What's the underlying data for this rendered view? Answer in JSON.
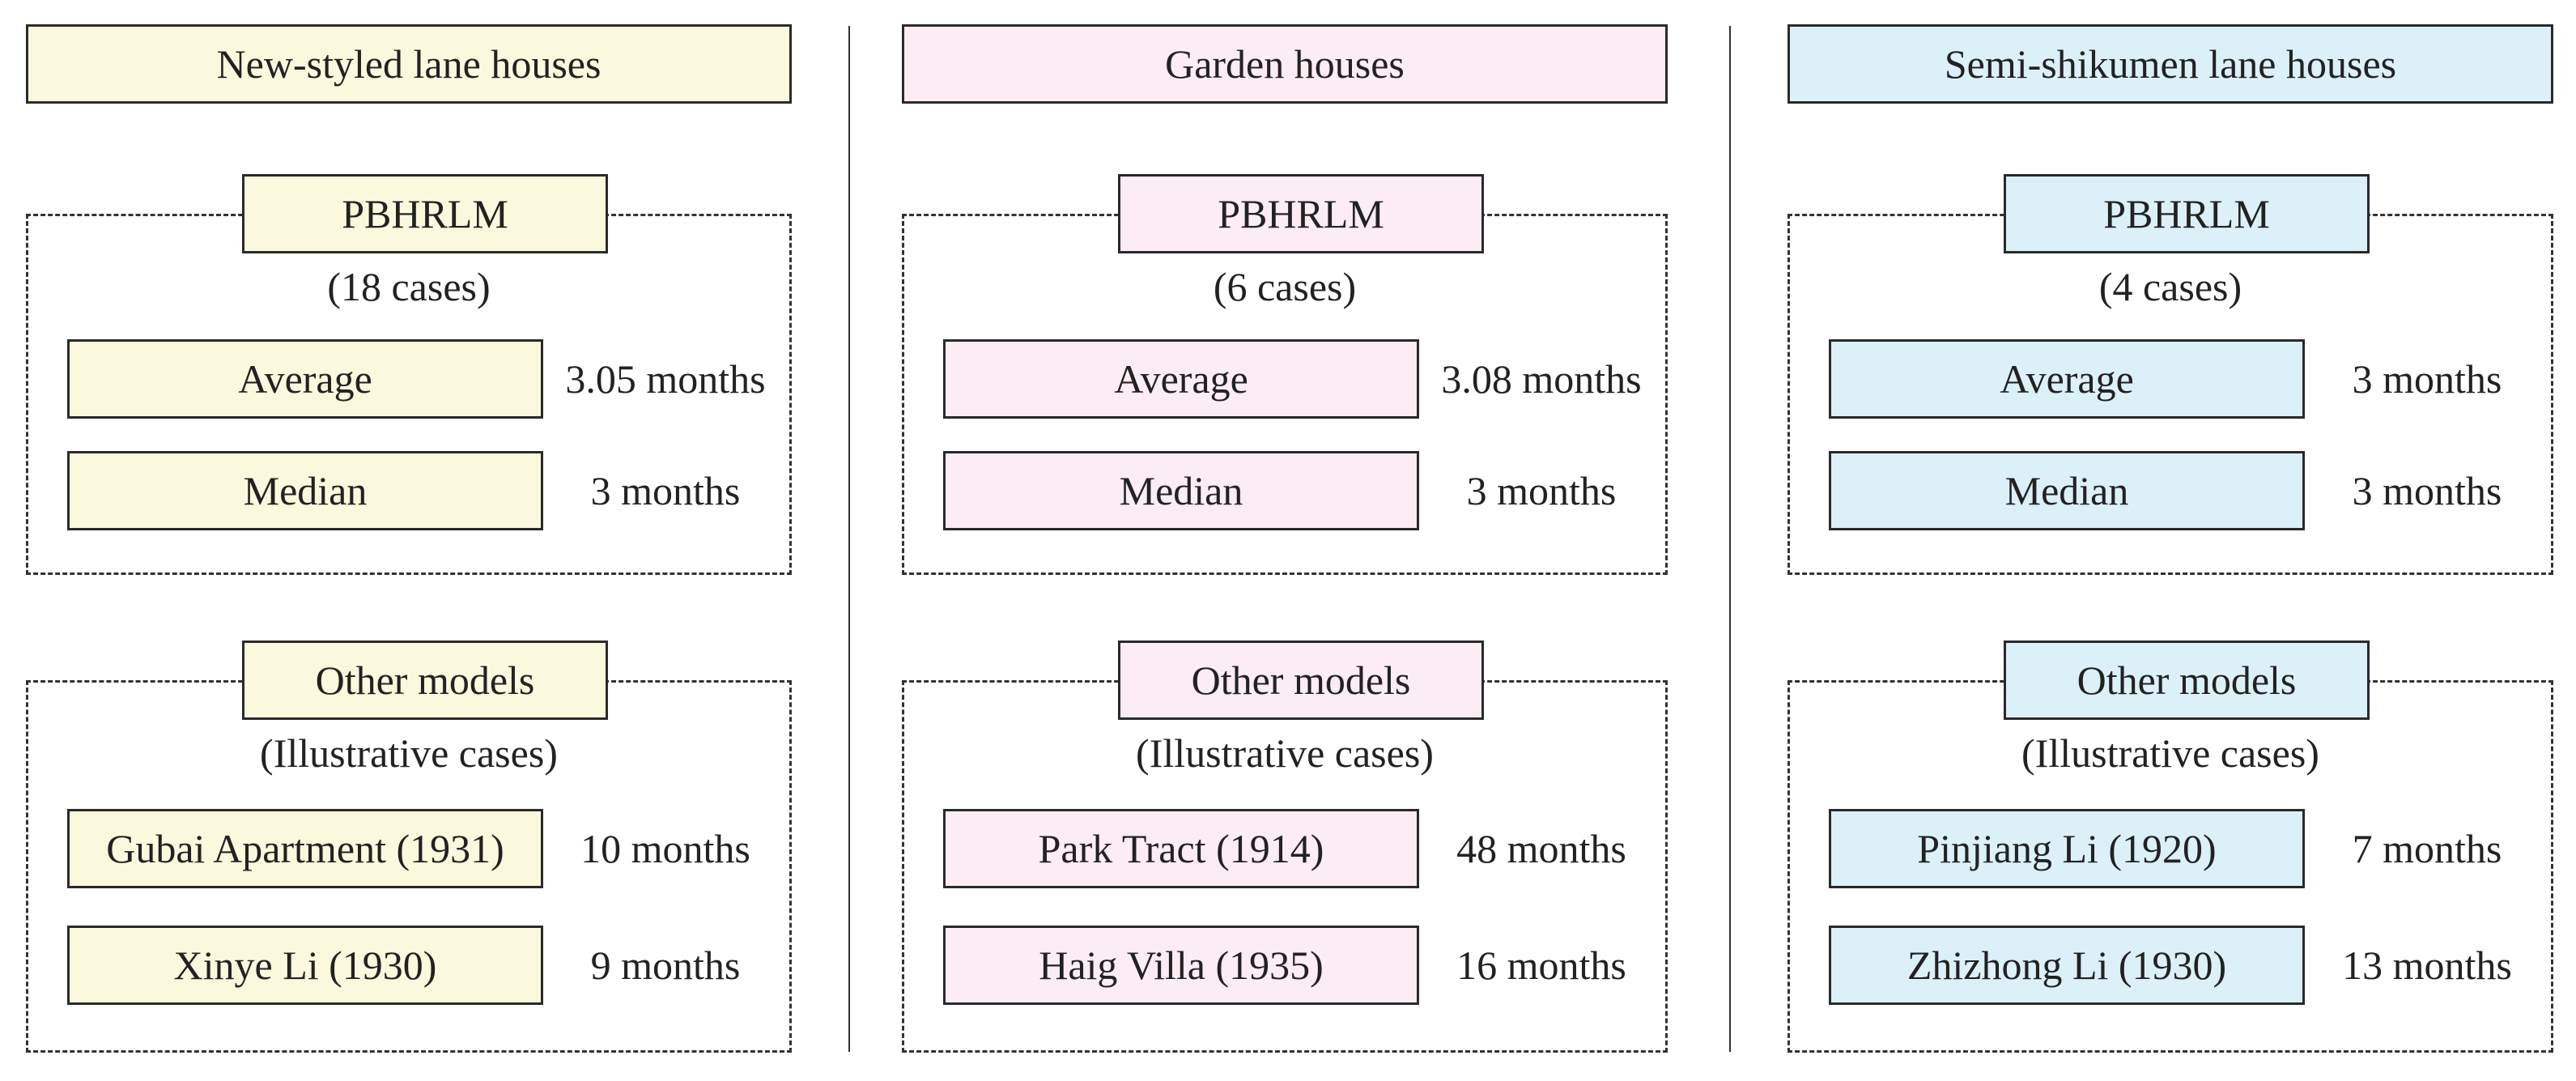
{
  "columns": [
    {
      "name": "New-styled lane houses",
      "fill": "#fbf9dd",
      "groups": [
        {
          "title": "PBHRLM",
          "subtitle": "(18 cases)",
          "rows": [
            {
              "label": "Average",
              "value": "3.05 months"
            },
            {
              "label": "Median",
              "value": "3 months"
            }
          ]
        },
        {
          "title": "Other models",
          "subtitle": "(Illustrative cases)",
          "rows": [
            {
              "label": "Gubai Apartment (1931)",
              "value": "10 months"
            },
            {
              "label": "Xinye Li (1930)",
              "value": "9 months"
            }
          ]
        }
      ]
    },
    {
      "name": "Garden houses",
      "fill": "#fcecf4",
      "groups": [
        {
          "title": "PBHRLM",
          "subtitle": "(6 cases)",
          "rows": [
            {
              "label": "Average",
              "value": "3.08 months"
            },
            {
              "label": "Median",
              "value": "3 months"
            }
          ]
        },
        {
          "title": "Other models",
          "subtitle": "(Illustrative cases)",
          "rows": [
            {
              "label": "Park Tract (1914)",
              "value": "48 months"
            },
            {
              "label": "Haig Villa (1935)",
              "value": "16 months"
            }
          ]
        }
      ]
    },
    {
      "name": "Semi-shikumen lane houses",
      "fill": "#dcf0f8",
      "groups": [
        {
          "title": "PBHRLM",
          "subtitle": "(4 cases)",
          "rows": [
            {
              "label": "Average",
              "value": "3 months"
            },
            {
              "label": "Median",
              "value": "3 months"
            }
          ]
        },
        {
          "title": "Other models",
          "subtitle": "(Illustrative cases)",
          "rows": [
            {
              "label": "Pinjiang Li (1920)",
              "value": "7 months"
            },
            {
              "label": "Zhizhong Li (1930)",
              "value": "13 months"
            }
          ]
        }
      ]
    }
  ],
  "colors": {
    "border": "#2a2a2a",
    "divider": "#333333",
    "text": "#222222"
  }
}
